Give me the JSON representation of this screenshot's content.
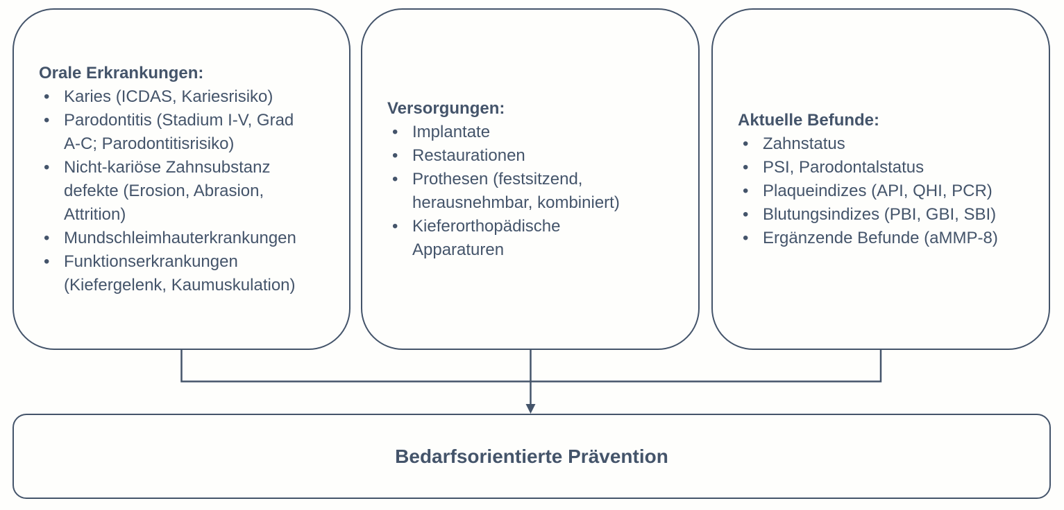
{
  "diagram": {
    "source_boxes": [
      {
        "title": "Orale Erkrankungen:",
        "items": [
          "Karies (ICDAS, Kariesrisiko)",
          "Parodontitis (Stadium I-V, Grad\nA-C; Parodontitisrisiko)",
          "Nicht-kariöse Zahnsubstanz\ndefekte (Erosion, Abrasion,\nAttrition)",
          "Mundschleimhauterkrankungen",
          "Funktionserkrankungen\n(Kiefergelenk, Kaumuskulation)"
        ]
      },
      {
        "title": "Versorgungen:",
        "items": [
          "Implantate",
          "Restaurationen",
          "Prothesen (festsitzend,\nherausnehmbar, kombiniert)",
          "Kieferorthopädische\nApparaturen"
        ]
      },
      {
        "title": "Aktuelle Befunde:",
        "items": [
          "Zahnstatus",
          "PSI, Parodontalstatus",
          "Plaqueindizes (API, QHI, PCR)",
          "Blutungsindizes (PBI, GBI, SBI)",
          "Ergänzende Befunde (aMMP-8)"
        ]
      }
    ],
    "target_box": {
      "label": "Bedarfsorientierte Prävention"
    },
    "colors": {
      "line": "#44546A",
      "text": "#44546A",
      "background": "#FEFEFC"
    }
  }
}
